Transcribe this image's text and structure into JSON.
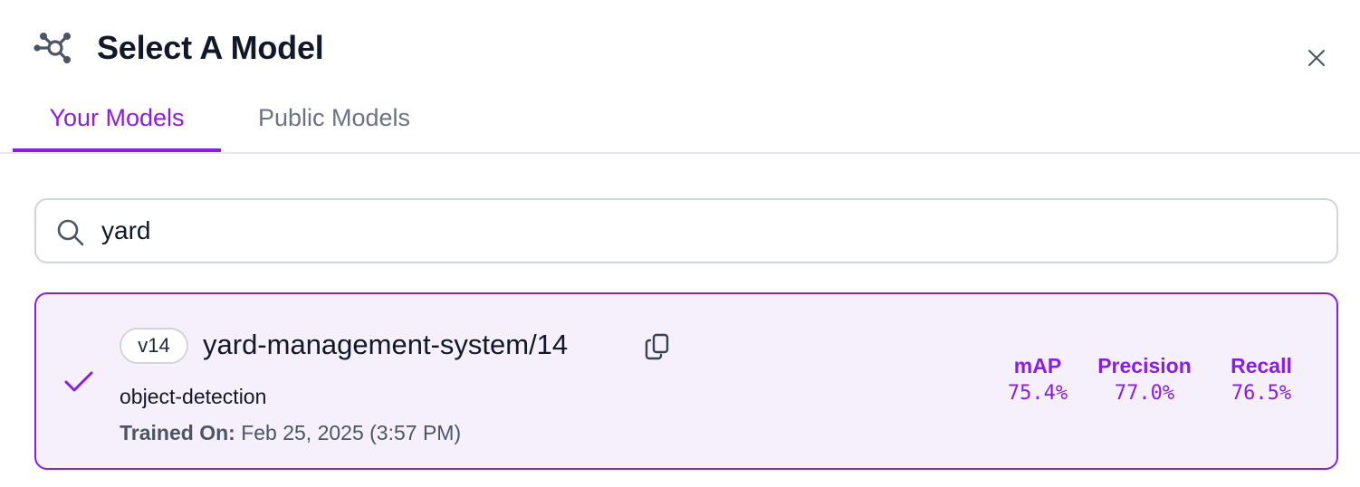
{
  "header": {
    "icon": "model-graph-icon",
    "title": "Select A Model",
    "close_icon": "close-icon"
  },
  "tabs": [
    {
      "label": "Your Models",
      "active": true
    },
    {
      "label": "Public Models",
      "active": false
    }
  ],
  "search": {
    "icon": "search-icon",
    "value": "yard",
    "placeholder": ""
  },
  "models": [
    {
      "selected": true,
      "version": "v14",
      "name": "yard-management-system/14",
      "type": "object-detection",
      "trained_on_label": "Trained On:",
      "trained_on_value": "Feb 25, 2025 (3:57 PM)",
      "metrics": [
        {
          "label": "mAP",
          "value": "75.4%"
        },
        {
          "label": "Precision",
          "value": "77.0%"
        },
        {
          "label": "Recall",
          "value": "76.5%"
        }
      ]
    }
  ],
  "colors": {
    "accent": "#8a1ee0",
    "card_background": "#f6f0fd",
    "border": "#d1d5db",
    "text_primary": "#111827",
    "text_muted": "#6b7280"
  }
}
